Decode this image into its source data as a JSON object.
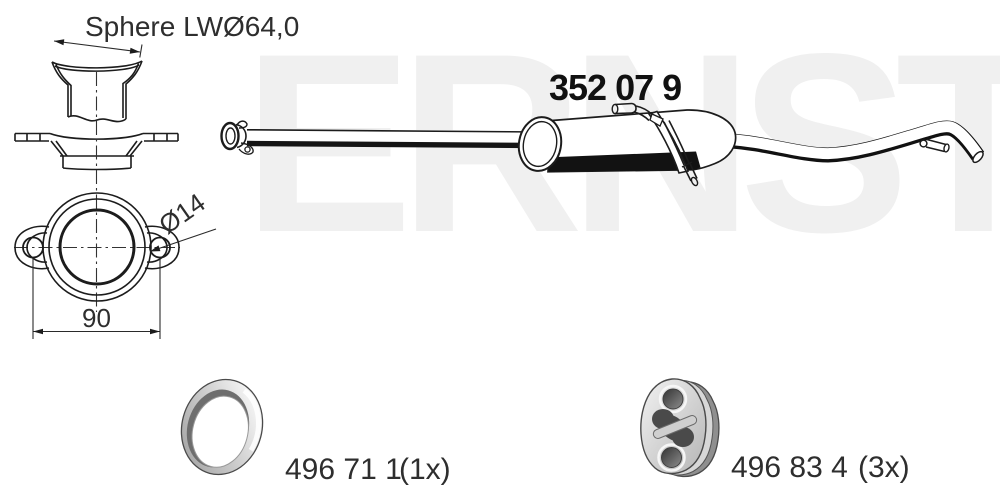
{
  "watermark": {
    "text": "ERNST",
    "color": "#f0f0f0"
  },
  "diagram": {
    "main_part_number": "352 07 9",
    "inlet_detail": {
      "sphere_label": "Sphere LWØ64,0",
      "hole_diameter_label": "Ø14",
      "bolt_spacing_label": "90"
    },
    "components": [
      {
        "id": "gasket-ring",
        "number": "496 71 1",
        "quantity": "(1x)"
      },
      {
        "id": "rubber-mount",
        "number": "496 83 4",
        "quantity": "(3x)"
      }
    ],
    "colors": {
      "line": "#1c1c1c",
      "text": "#2e2e2e",
      "watermark": "#f0f0f0",
      "background": "#ffffff"
    }
  }
}
